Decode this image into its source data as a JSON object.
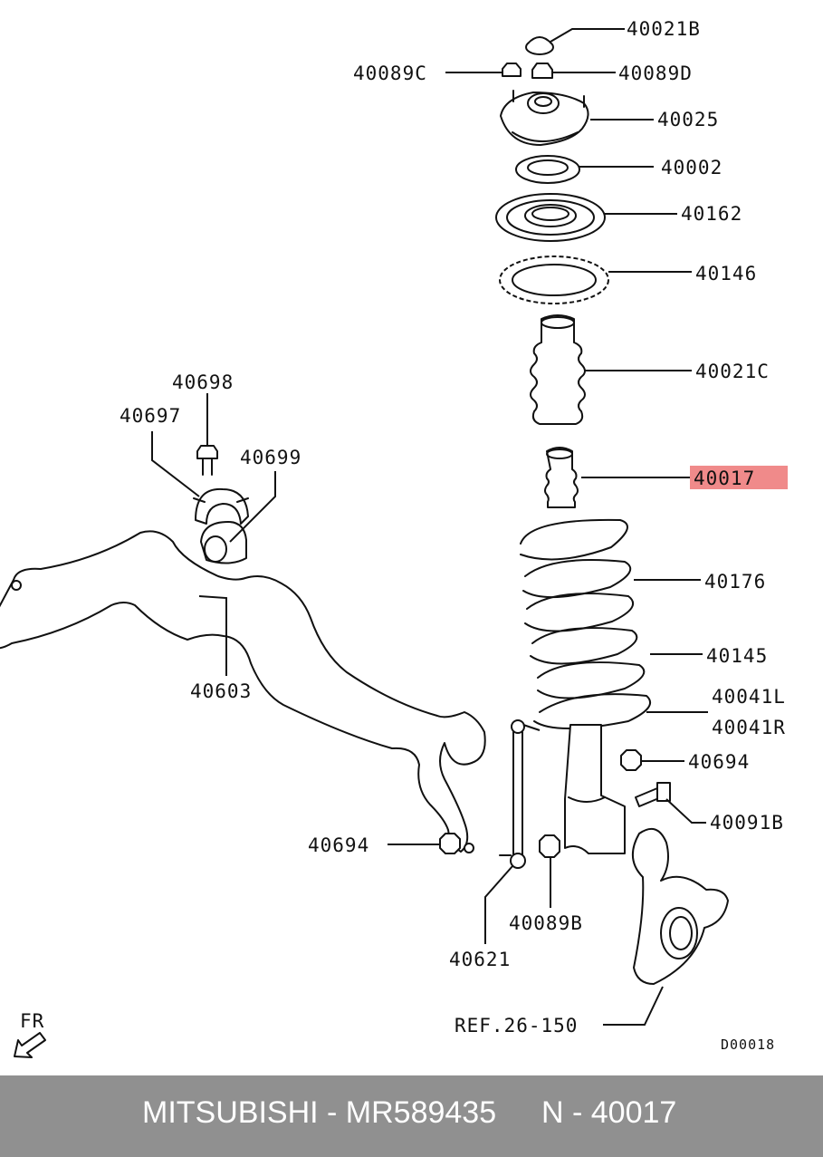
{
  "diagram": {
    "labels": {
      "p40021B": "40021B",
      "p40089C": "40089C",
      "p40089D": "40089D",
      "p40025": "40025",
      "p40002": "40002",
      "p40162": "40162",
      "p40146": "40146",
      "p40021C": "40021C",
      "p40017": "40017",
      "p40176": "40176",
      "p40145": "40145",
      "p40041L": "40041L",
      "p40041R": "40041R",
      "p40694_right": "40694",
      "p40091B": "40091B",
      "p40089B": "40089B",
      "p40621": "40621",
      "p40694_left": "40694",
      "p40603": "40603",
      "p40698": "40698",
      "p40697": "40697",
      "p40699": "40699",
      "ref": "REF.26-150",
      "front_marker": "FR",
      "drawing_code": "D00018"
    },
    "highlight_color": "#f08a8a"
  },
  "footer": {
    "brand_part": "MITSUBISHI - MR589435",
    "ref_number": "N - 40017",
    "background": "#909090"
  }
}
